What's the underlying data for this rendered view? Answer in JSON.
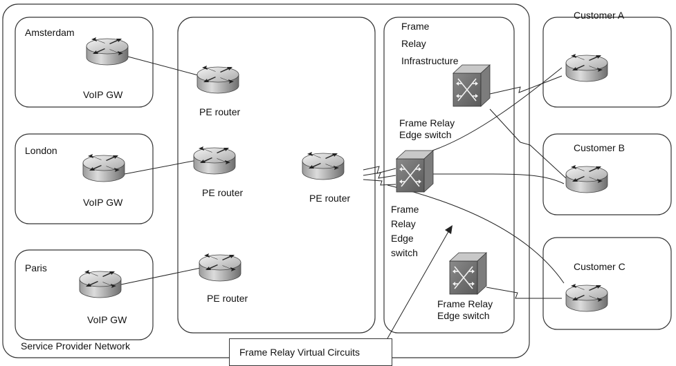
{
  "network_label": "Service Provider Network",
  "sites": [
    {
      "name": "Amsterdam",
      "device": "VoIP GW"
    },
    {
      "name": "London",
      "device": "VoIP GW"
    },
    {
      "name": "Paris",
      "device": "VoIP GW"
    }
  ],
  "pe_routers": [
    "PE router",
    "PE router",
    "PE router",
    "PE router"
  ],
  "frame_relay": {
    "title_lines": [
      "Frame",
      "Relay",
      "Infrastructure"
    ],
    "edge_switch_top": [
      "Frame Relay",
      "Edge switch"
    ],
    "edge_switch_mid": [
      "Frame",
      "Relay",
      "Edge",
      "switch"
    ],
    "edge_switch_bottom": [
      "Frame Relay",
      "Edge switch"
    ]
  },
  "customers": [
    "Customer A",
    "Customer B",
    "Customer C"
  ],
  "callout": "Frame Relay Virtual Circuits"
}
